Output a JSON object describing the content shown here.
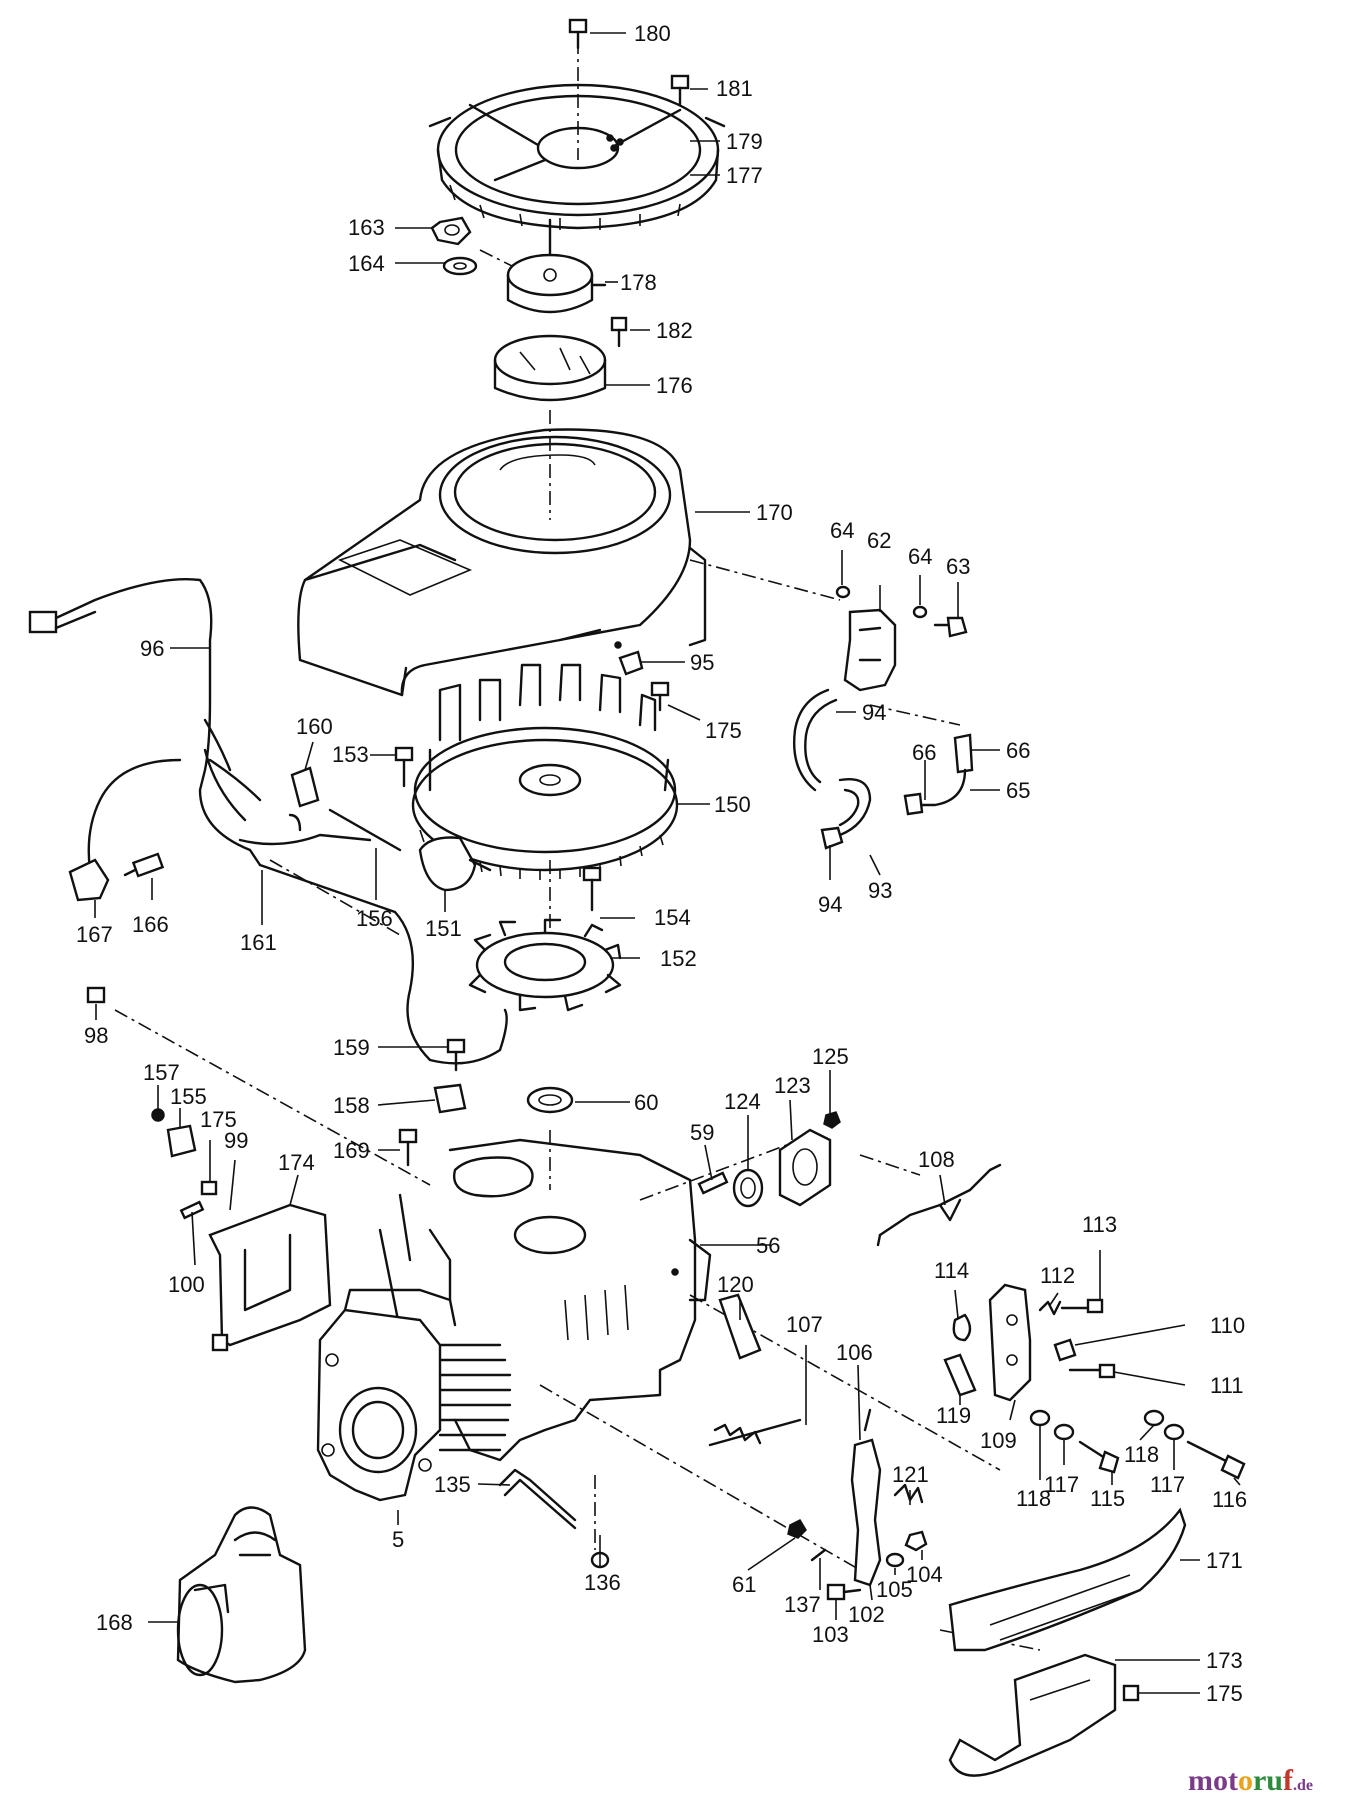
{
  "watermark": {
    "segments": [
      {
        "text": "mot",
        "color": "#7a3b88"
      },
      {
        "text": "o",
        "color": "#e8a21c"
      },
      {
        "text": "ru",
        "color": "#2e8b3e"
      },
      {
        "text": "f",
        "color": "#c0392b"
      },
      {
        "text": ".de",
        "color": "#7a3b88"
      }
    ]
  },
  "callouts": [
    {
      "id": "c180",
      "text": "180"
    },
    {
      "id": "c181",
      "text": "181"
    },
    {
      "id": "c179",
      "text": "179"
    },
    {
      "id": "c177",
      "text": "177"
    },
    {
      "id": "c163",
      "text": "163"
    },
    {
      "id": "c164",
      "text": "164"
    },
    {
      "id": "c178",
      "text": "178"
    },
    {
      "id": "c182",
      "text": "182"
    },
    {
      "id": "c176",
      "text": "176"
    },
    {
      "id": "c170",
      "text": "170"
    },
    {
      "id": "c64a",
      "text": "64"
    },
    {
      "id": "c62",
      "text": "62"
    },
    {
      "id": "c64b",
      "text": "64"
    },
    {
      "id": "c63",
      "text": "63"
    },
    {
      "id": "c96",
      "text": "96"
    },
    {
      "id": "c95",
      "text": "95"
    },
    {
      "id": "c160",
      "text": "160"
    },
    {
      "id": "c153",
      "text": "153"
    },
    {
      "id": "c175a",
      "text": "175"
    },
    {
      "id": "c94a",
      "text": "94"
    },
    {
      "id": "c66a",
      "text": "66"
    },
    {
      "id": "c66b",
      "text": "66"
    },
    {
      "id": "c65",
      "text": "65"
    },
    {
      "id": "c150",
      "text": "150"
    },
    {
      "id": "c93",
      "text": "93"
    },
    {
      "id": "c94b",
      "text": "94"
    },
    {
      "id": "c166",
      "text": "166"
    },
    {
      "id": "c167",
      "text": "167"
    },
    {
      "id": "c161",
      "text": "161"
    },
    {
      "id": "c156",
      "text": "156"
    },
    {
      "id": "c151",
      "text": "151"
    },
    {
      "id": "c154",
      "text": "154"
    },
    {
      "id": "c152",
      "text": "152"
    },
    {
      "id": "c98",
      "text": "98"
    },
    {
      "id": "c159",
      "text": "159"
    },
    {
      "id": "c157",
      "text": "157"
    },
    {
      "id": "c155",
      "text": "155"
    },
    {
      "id": "c175b",
      "text": "175"
    },
    {
      "id": "c99",
      "text": "99"
    },
    {
      "id": "c158",
      "text": "158"
    },
    {
      "id": "c60",
      "text": "60"
    },
    {
      "id": "c125",
      "text": "125"
    },
    {
      "id": "c123",
      "text": "123"
    },
    {
      "id": "c124",
      "text": "124"
    },
    {
      "id": "c169",
      "text": "169"
    },
    {
      "id": "c59",
      "text": "59"
    },
    {
      "id": "c174",
      "text": "174"
    },
    {
      "id": "c108",
      "text": "108"
    },
    {
      "id": "c56",
      "text": "56"
    },
    {
      "id": "c113",
      "text": "113"
    },
    {
      "id": "c100",
      "text": "100"
    },
    {
      "id": "c114",
      "text": "114"
    },
    {
      "id": "c112",
      "text": "112"
    },
    {
      "id": "c120",
      "text": "120"
    },
    {
      "id": "c110",
      "text": "110"
    },
    {
      "id": "c107",
      "text": "107"
    },
    {
      "id": "c106",
      "text": "106"
    },
    {
      "id": "c111",
      "text": "111"
    },
    {
      "id": "c119",
      "text": "119"
    },
    {
      "id": "c109",
      "text": "109"
    },
    {
      "id": "c118a",
      "text": "118"
    },
    {
      "id": "c118b",
      "text": "118"
    },
    {
      "id": "c117a",
      "text": "117"
    },
    {
      "id": "c117b",
      "text": "117"
    },
    {
      "id": "c121",
      "text": "121"
    },
    {
      "id": "c115",
      "text": "115"
    },
    {
      "id": "c116",
      "text": "116"
    },
    {
      "id": "c135",
      "text": "135"
    },
    {
      "id": "c5",
      "text": "5"
    },
    {
      "id": "c136",
      "text": "136"
    },
    {
      "id": "c61",
      "text": "61"
    },
    {
      "id": "c104",
      "text": "104"
    },
    {
      "id": "c105",
      "text": "105"
    },
    {
      "id": "c171",
      "text": "171"
    },
    {
      "id": "c137",
      "text": "137"
    },
    {
      "id": "c102",
      "text": "102"
    },
    {
      "id": "c103",
      "text": "103"
    },
    {
      "id": "c168",
      "text": "168"
    },
    {
      "id": "c173",
      "text": "173"
    },
    {
      "id": "c175c",
      "text": "175"
    }
  ]
}
